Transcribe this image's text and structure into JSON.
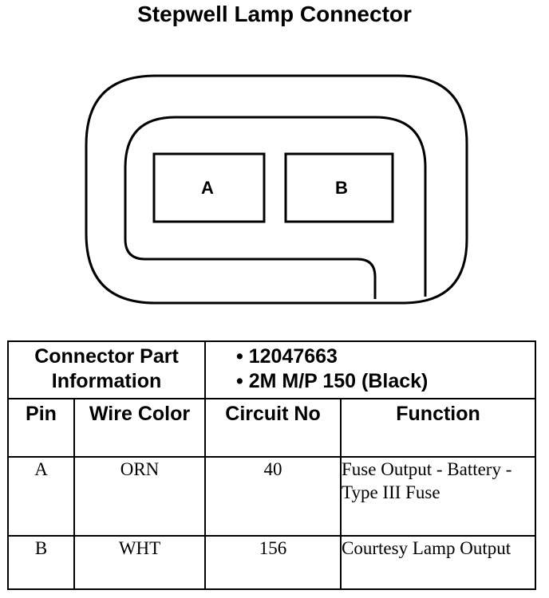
{
  "title": "Stepwell Lamp Connector",
  "connector": {
    "cavities": [
      "A",
      "B"
    ]
  },
  "table": {
    "part_info_label": "Connector Part Information",
    "part_info_values": [
      "12047663",
      "2M M/P 150 (Black)"
    ],
    "headers": {
      "pin": "Pin",
      "wire_color": "Wire Color",
      "circuit_no": "Circuit No",
      "function": "Function"
    },
    "rows": [
      {
        "pin": "A",
        "wire_color": "ORN",
        "circuit_no": "40",
        "function": "Fuse Output - Battery - Type III Fuse"
      },
      {
        "pin": "B",
        "wire_color": "WHT",
        "circuit_no": "156",
        "function": "Courtesy Lamp Output"
      }
    ]
  }
}
